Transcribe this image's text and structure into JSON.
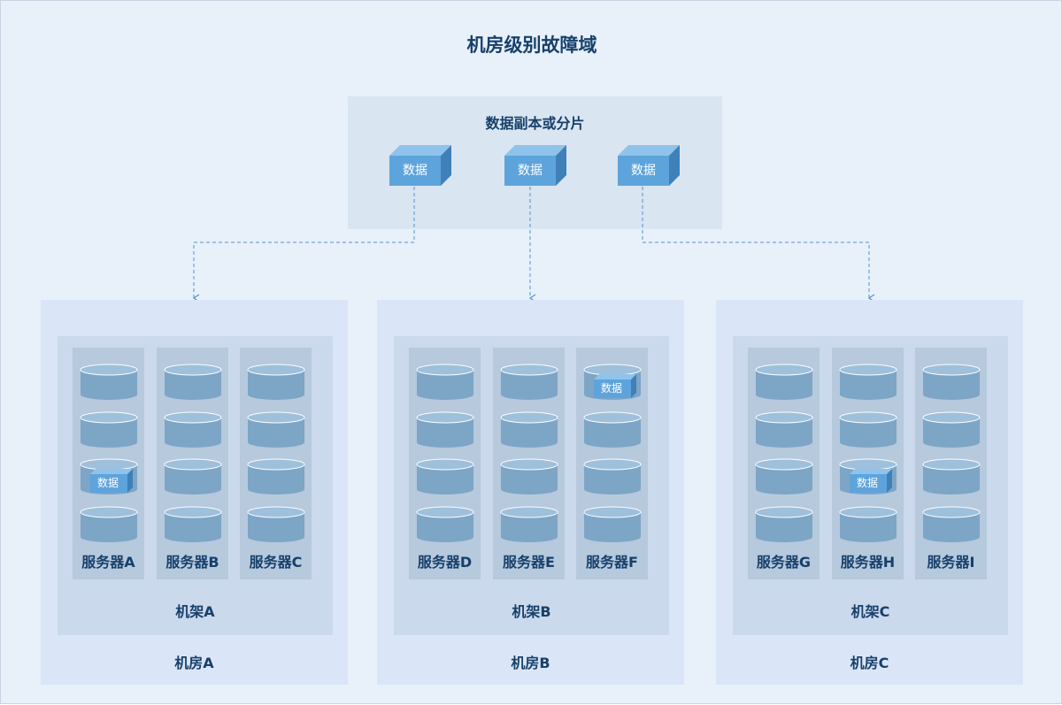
{
  "diagram": {
    "title": "机房级别故障域",
    "top_panel": {
      "title": "数据副本或分片",
      "replicas": [
        {
          "label": "数据",
          "target_room": "机房A"
        },
        {
          "label": "数据",
          "target_room": "机房B"
        },
        {
          "label": "数据",
          "target_room": "机房C"
        }
      ]
    },
    "rooms": [
      {
        "label": "机房A",
        "rack": {
          "label": "机架A",
          "servers": [
            {
              "label": "服务器A",
              "disks": 4,
              "data_disk": 3,
              "data_label": "数据"
            },
            {
              "label": "服务器B",
              "disks": 4
            },
            {
              "label": "服务器C",
              "disks": 4
            }
          ]
        }
      },
      {
        "label": "机房B",
        "rack": {
          "label": "机架B",
          "servers": [
            {
              "label": "服务器D",
              "disks": 4
            },
            {
              "label": "服务器E",
              "disks": 4
            },
            {
              "label": "服务器F",
              "disks": 4,
              "data_disk": 1,
              "data_label": "数据"
            }
          ]
        }
      },
      {
        "label": "机房C",
        "rack": {
          "label": "机架C",
          "servers": [
            {
              "label": "服务器G",
              "disks": 4
            },
            {
              "label": "服务器H",
              "disks": 4,
              "data_disk": 3,
              "data_label": "数据"
            },
            {
              "label": "服务器I",
              "disks": 4
            }
          ]
        }
      }
    ]
  },
  "colors": {
    "background": "#e8f0fa",
    "title_text": "#17406b",
    "cube_front": "#5ea4dc",
    "cube_top": "#8fc3ec",
    "cube_side": "#3f80b8",
    "disk_body": "#7da5c6",
    "disk_top": "#9ec0dc",
    "arrow": "#4f93d2"
  }
}
